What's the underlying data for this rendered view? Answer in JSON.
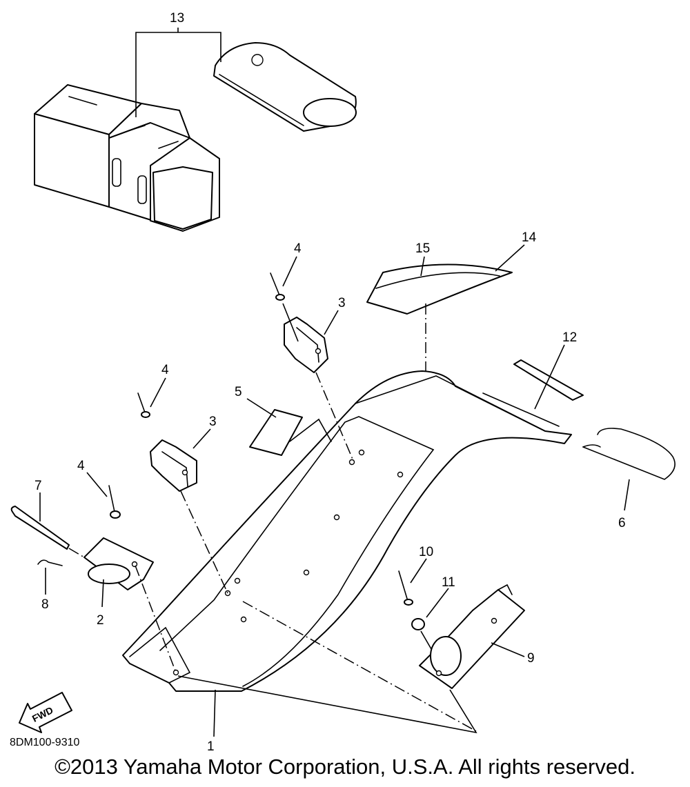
{
  "diagram": {
    "callouts": [
      {
        "id": "c13",
        "label": "13"
      },
      {
        "id": "c15",
        "label": "15"
      },
      {
        "id": "c14",
        "label": "14"
      },
      {
        "id": "c4a",
        "label": "4"
      },
      {
        "id": "c3a",
        "label": "3"
      },
      {
        "id": "c12",
        "label": "12"
      },
      {
        "id": "c4b",
        "label": "4"
      },
      {
        "id": "c5",
        "label": "5"
      },
      {
        "id": "c3b",
        "label": "3"
      },
      {
        "id": "c4c",
        "label": "4"
      },
      {
        "id": "c7",
        "label": "7"
      },
      {
        "id": "c6",
        "label": "6"
      },
      {
        "id": "c10",
        "label": "10"
      },
      {
        "id": "c11",
        "label": "11"
      },
      {
        "id": "c8",
        "label": "8"
      },
      {
        "id": "c2",
        "label": "2"
      },
      {
        "id": "c9",
        "label": "9"
      },
      {
        "id": "c1",
        "label": "1"
      }
    ],
    "fwd_label": "FWD",
    "ref_code": "8DM100-9310",
    "copyright": "©2013 Yamaha Motor Corporation, U.S.A. All rights reserved."
  }
}
